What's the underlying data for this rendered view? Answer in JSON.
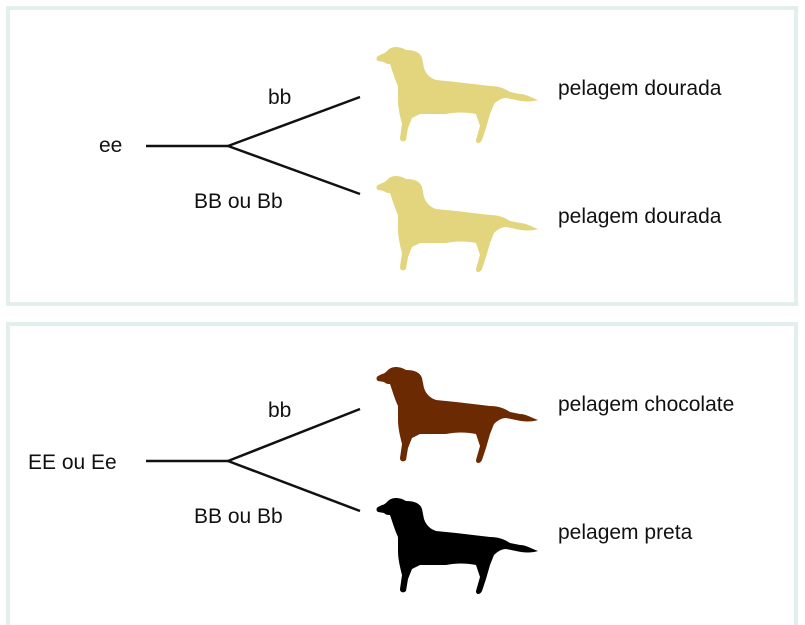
{
  "panels": [
    {
      "root_genotype": "ee",
      "branches": [
        {
          "genotype": "bb",
          "phenotype": "pelagem dourada",
          "dog_color": "#e2d57d"
        },
        {
          "genotype": "BB ou Bb",
          "phenotype": "pelagem dourada",
          "dog_color": "#e2d57d"
        }
      ]
    },
    {
      "root_genotype": "EE ou Ee",
      "branches": [
        {
          "genotype": "bb",
          "phenotype": "pelagem chocolate",
          "dog_color": "#6b2a02"
        },
        {
          "genotype": "BB ou Bb",
          "phenotype": "pelagem preta",
          "dog_color": "#000000"
        }
      ]
    }
  ],
  "colors": {
    "panel_border": "#e3efed",
    "line": "#111111"
  },
  "icons": {
    "dog": "dog-silhouette-icon"
  }
}
